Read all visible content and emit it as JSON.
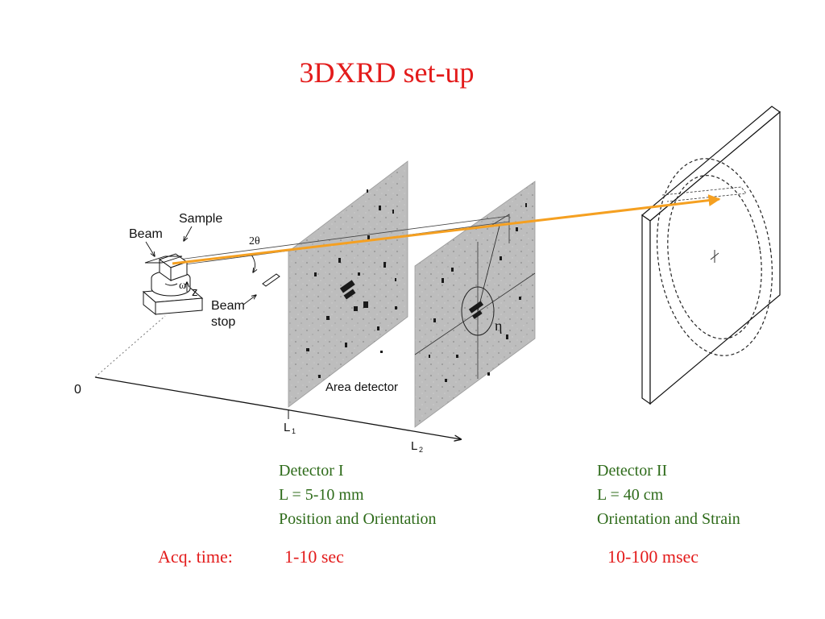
{
  "title": "3DXRD set-up",
  "diagram": {
    "labels": {
      "beam": "Beam",
      "sample": "Sample",
      "two_theta": "2θ",
      "omega": "ω",
      "z": "z",
      "beam_stop_line1": "Beam",
      "beam_stop_line2": "stop",
      "area_detector": "Area detector",
      "eta": "η",
      "origin": "0",
      "l1": "L",
      "l1_sub": "1",
      "l2": "L",
      "l2_sub": "2"
    },
    "colors": {
      "beam_arrow": "#f5a021",
      "detector_panel": "#bdbdbd",
      "ink": "#111111"
    }
  },
  "detector_1": {
    "name": "Detector I",
    "distance": "L = 5-10 mm",
    "purpose": "Position and Orientation"
  },
  "detector_2": {
    "name": "Detector II",
    "distance": "L = 40 cm",
    "purpose": "Orientation and Strain"
  },
  "acquisition": {
    "label": "Acq. time:",
    "detector_1": "1-10 sec",
    "detector_2": "10-100 msec"
  },
  "colors": {
    "title": "#e31b1b",
    "caption": "#2e6b1a"
  }
}
